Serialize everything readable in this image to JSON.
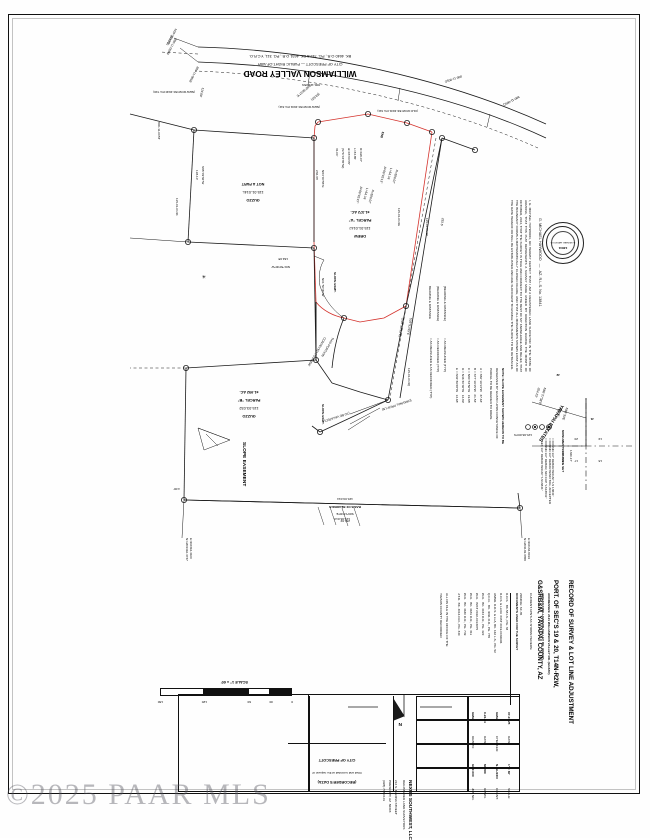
{
  "document": {
    "type": "survey-plat",
    "watermark": "©2025 PAAR MLS"
  },
  "title_block_heading": {
    "line1": "RECORD OF SURVEY & LOT LINE ADJUSTMENT",
    "line2": "PORT. OF SEC'S 19 & 20, T14N-R2W,",
    "line3": "G&SRB&M, YAVAPAI COUNTY, AZ"
  },
  "addresses": {
    "line1": "ADDRESSES: 2121 WILLIAMSON VALLEY RD. (GUZZO)",
    "line2": "AND 2217 WILLIAMSON VALLEY RD. (DREW)",
    "zoning_label": "CURRENT APN'S AS SHOWN HEREON.",
    "zoning": "ZONING: SF-35"
  },
  "documents_used": {
    "heading": "DOCUMENTS USED FOR THE SURVEY",
    "items": [
      "R.O.S.   BK.58 LS., PG. 33",
      "R.O.S. & LLOA  INST 2019-0046696",
      "AMND. R.O.S. & LLA, BK. 162 L.S., PG. 52",
      "Q.C.D.   BK. 4091 O.R., PG. 735",
      "W.D.   BK. 4044 O.R., PG. 422",
      "W.D.   INST 2022-0013975",
      "W.D.   BK. 4631 O.R., PG. 311",
      "W.D.   BK. 4640 O.R., PG. 749",
      "J.T.D.  BK. 4016 O.R., PG. 340"
    ],
    "footer1": "ALL ON FILE IN THE OFFICE OF THE",
    "footer2": "YAVAPAI COUNTY RECORDER"
  },
  "certification": {
    "body": "I, G. MICHAEL HAYWOOD, DO HEREBY CERTIFY THAT I AM A REGISTERED LAND SURVEYOR IN THE STATE OF ARIZONA, THAT THIS PLAT REPRESENTS A SURVEY MADE UNDER MY DIRECTION DURING THE MONTH OF OCTOBER, 2024, THAT THE SURVEY IS TRUE AND CORRECT TO THE BEST OF MY KNOWLEDGE AND BELIEF, THAT THE BOUNDARY FORMS A MATHEMATICALLY CLOSED FIGURE, AND THAT ALL MONUMENTS SHOWN EXIST AS OF THE DATE HEREOF OR WILL BE ESTABLISHED AND ARE SUFFICIENT TO ENABLE THE SURVEY TO BE RETRACED.",
    "signature": "G. MICHAEL HAYWOOD   —   AZ. R.L.S. No. 13841",
    "seal_text": "REGISTERED LAND SURVEYOR",
    "seal_name": "G. MICHAEL HAYWOOD",
    "seal_number": "13841",
    "seal_state": "U.S.A.  ARIZONA"
  },
  "road": {
    "name": "WILLIAMSON VALLEY ROAD",
    "sub1": "CITY OF PRESCOTT — PUBLIC RIGHT-OF-WAY",
    "sub2": "BK. 4640 O.R., PG. 749 & BK. 4631 O.R., PG. 311, Y.C.R.O."
  },
  "parcels": [
    {
      "name": "DREW",
      "apn": "115-01-014J",
      "label": "PARCEL \"A\"",
      "area": "±1.372 AC."
    },
    {
      "name": "GUZZO",
      "apn": "115-01-014L",
      "label": "NOT A PART",
      "area": ""
    },
    {
      "name": "GUZZO",
      "apn": "115-03-032",
      "label": "PARCEL \"B\"",
      "area": "±1.952 AC."
    }
  ],
  "apn_callouts": [
    "800-11-005Q",
    "800-11-005D",
    "800-11-005N",
    "800-11-005E",
    "800-11-005M",
    "800-11-005T",
    "115-01-014K",
    "115-01-014L",
    "115-01-014P",
    "115-01-014Q",
    "115-01-014G",
    "115-03-007N",
    "115-03-014"
  ],
  "annotations": {
    "old_row": "(OLD ROW BK 4631 PG 311)",
    "new_row_1": "(NEW ROW BK 4631 PG 311)",
    "new_row_2": "(NEW ROW BK 4640 PG 749)",
    "original_prop_ln": "(ORIGINAL PROP LN)",
    "to_be_vacated": "(TO BE VACATED)",
    "this_portion": "THIS PORTION",
    "conveyed": "CONVEYED TO DREW",
    "slope_easement": "SLOPE EASEMENT",
    "slope_esmt_short": "SLOPE ESMT.",
    "yavapai_estates": "YAVAPAI ESTATES",
    "basis_label": "BASIS OF BEARINGS",
    "basis_bearing": "S09°10'30\"E",
    "basis_distance": "281.81'",
    "basis_parcel": "115-03-014",
    "tie_note": "115-03-014",
    "north_arrow": "N"
  },
  "bearings": [
    {
      "text": "N40°36'37\"E",
      "detail": "(59.50')"
    },
    {
      "text": "N04°36'15\"E",
      "detail": "(34.85')"
    },
    {
      "text": "N04°36'15\"E",
      "detail": "(34.85')"
    },
    {
      "text": "N84°00'55\"E",
      "detail": "232.33'"
    },
    {
      "text": "N01°50'30\"W",
      "detail": "162.95'"
    },
    {
      "text": "N01°50'30\"W",
      "detail": "148.00'"
    },
    {
      "text": "S88°09'36\"W",
      "detail": "193.10'"
    },
    {
      "text": "N89°09'30\"E",
      "detail": "253.5'"
    },
    {
      "text": "S26°51'55\"E",
      "detail": "(S26°51'55\"E)"
    },
    {
      "text": "S09°10'30\"E",
      "detail": "281.81'"
    },
    {
      "text": "N88°33'E",
      "detail": "203.11'"
    },
    {
      "text": "N86°27'38\"E",
      "detail": "204.23'"
    },
    {
      "text": "S00°01'W",
      "detail": "1320.17'"
    },
    {
      "text": "N01°50'30\"W",
      "detail": "114.00'"
    }
  ],
  "curves": [
    {
      "r": "R=620.07'",
      "l": "L=34.85'",
      "d": "Δ=03°00'05\"",
      "ch": "(S76°04'35\"W)",
      "cd": "31.00'"
    },
    {
      "r": "R=599.07'",
      "l": "L=54.74'",
      "d": "Δ=06°01'13\""
    },
    {
      "r": "R=599.07'",
      "l": "L=54.74'",
      "d": "Δ=06°01'47\""
    }
  ],
  "bearing_legend": {
    "rows": [
      {
        "sym": "[BEARING & DISTANCE]",
        "txt": "= AS MEASURED (TYP)"
      },
      {
        "sym": "(BEARING & DISTANCE)",
        "txt": "= AS RECORDED (TYP)"
      },
      {
        "sym": "BEARING & DISTANCE",
        "txt": "= AS MEASURED & AS RECORDED (TYP)"
      }
    ]
  },
  "monuments_legend": {
    "heading": "MONUMENTS FOUND & SET",
    "rows": [
      "= FOUND 1/2\" REBAR W/CAP \"LS 13841\"",
      "= FOUND 1/2\" REBAR W/NO TAG, ACCEPTED",
      "= FOUND 1/2\" REBAR, NO CAP \"LS13841\"",
      "= SET 1/2\" REBAR W/CAP \"LS13841\""
    ]
  },
  "slope_note": {
    "heading": "NOTE: SLOPE EASEMENT SHOWN HEREON TO BE",
    "line2": "RESERVED BY GUZZO UPON CONVEYANCE OF",
    "line3": "PARCEL TO BE DEEDED TO DREW."
  },
  "slope_table": {
    "rows": [
      {
        "id": "A",
        "val": "S56°16'13\"W   37.63'"
      },
      {
        "id": "B",
        "val": "S77°16'15\"W   21.53'"
      },
      {
        "id": "C",
        "val": "N80°34'56\"W   19.88'"
      },
      {
        "id": "D",
        "val": "N46°40'46\"W   12.89'"
      },
      {
        "id": "E",
        "val": "N32°36'28\"W   14.68'"
      }
    ]
  },
  "section_corners": {
    "tl": "18",
    "tr": "17",
    "bl": "19",
    "br": "20"
  },
  "scale_bar": {
    "label": "SCALE 1\" = 60'",
    "ticks": [
      "0",
      "30",
      "60",
      "120",
      "180"
    ]
  },
  "recorder_box": {
    "heading": "(RECORDER'S DATA)",
    "line1": "Filed and recorded at the request of",
    "line2": "CITY OF PRESCOTT"
  },
  "title_block": {
    "company": "NEXUS SOUTHWEST, LLC",
    "company_sub": "REGISTERED LAND SURVEYORS",
    "addr1": "212 S. MARINA STREET",
    "addr2": "PRESCOTT, AZ  86303",
    "phone": "(928) 778-0101",
    "fields": [
      {
        "label": "JOB NO.",
        "value": "GUZ.000"
      },
      {
        "label": "DRWN.",
        "value": "MH/RC"
      },
      {
        "label": "CLIENT:",
        "value": "N. GUZZO"
      },
      {
        "label": "SCALE:",
        "value": "1\" = 60'"
      }
    ],
    "fields_right": [
      {
        "label": "DRAWN:",
        "value": "GMH"
      },
      {
        "label": "DATE:",
        "value": "9-22-24"
      },
      {
        "label": "CHECKED:",
        "value": "GMH"
      },
      {
        "label": "DATE:",
        "value": "07-27-25"
      }
    ]
  }
}
